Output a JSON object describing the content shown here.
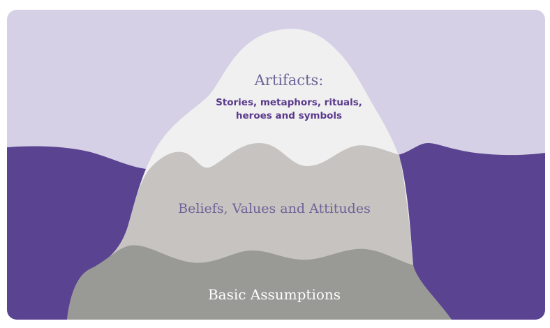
{
  "diagram": {
    "colors": {
      "sky": "#d6d0e6",
      "water": "#5a4390",
      "snow": "#f0f0f0",
      "mid_layer": "#c6c3c0",
      "base_layer": "#999996",
      "title_text": "#6d6498",
      "desc_text": "#5a3a8c",
      "base_text": "#ffffff"
    },
    "artifacts": {
      "title": "Artifacts:",
      "desc_line1": "Stories, metaphors, rituals,",
      "desc_line2": "heroes and symbols"
    },
    "beliefs": {
      "title": "Beliefs, Values and Attitudes"
    },
    "assumptions": {
      "title": "Basic Assumptions"
    }
  }
}
